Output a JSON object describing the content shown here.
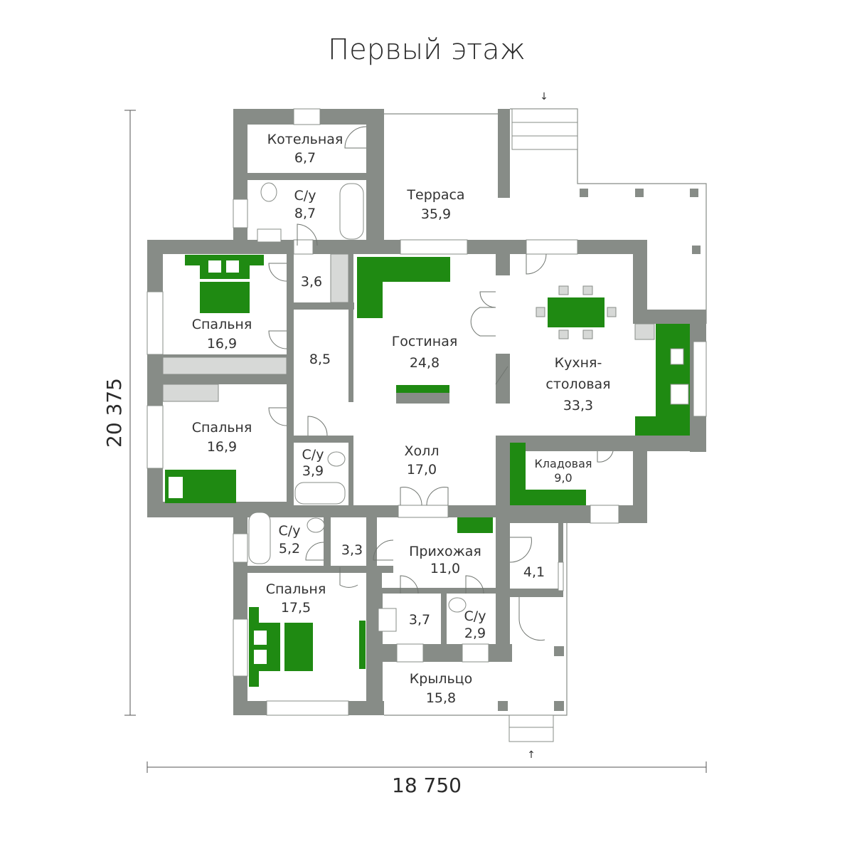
{
  "title": "Первый этаж",
  "dimensions": {
    "height": "20 375",
    "width": "18 750"
  },
  "colors": {
    "wall": "#878c87",
    "furniture": "#1f8a12"
  },
  "rooms": [
    {
      "name": "Котельная",
      "area": "6,7"
    },
    {
      "name": "С/у",
      "area": "8,7"
    },
    {
      "name": "Терраса",
      "area": "35,9"
    },
    {
      "name": "",
      "area": "3,6"
    },
    {
      "name": "Спальня",
      "area": "16,9"
    },
    {
      "name": "",
      "area": "8,5"
    },
    {
      "name": "Гостиная",
      "area": "24,8"
    },
    {
      "name": "Кухня-",
      "name2": "столовая",
      "area": "33,3"
    },
    {
      "name": "Спальня",
      "area": "16,9"
    },
    {
      "name": "С/у",
      "area": "3,9"
    },
    {
      "name": "Холл",
      "area": "17,0"
    },
    {
      "name": "Кладовая",
      "area": "9,0"
    },
    {
      "name": "С/у",
      "area": "5,2"
    },
    {
      "name": "",
      "area": "3,3"
    },
    {
      "name": "Прихожая",
      "area": "11,0"
    },
    {
      "name": "",
      "area": "4,1"
    },
    {
      "name": "Спальня",
      "area": "17,5"
    },
    {
      "name": "",
      "area": "3,7"
    },
    {
      "name": "С/у",
      "area": "2,9"
    },
    {
      "name": "Крыльцо",
      "area": "15,8"
    }
  ]
}
